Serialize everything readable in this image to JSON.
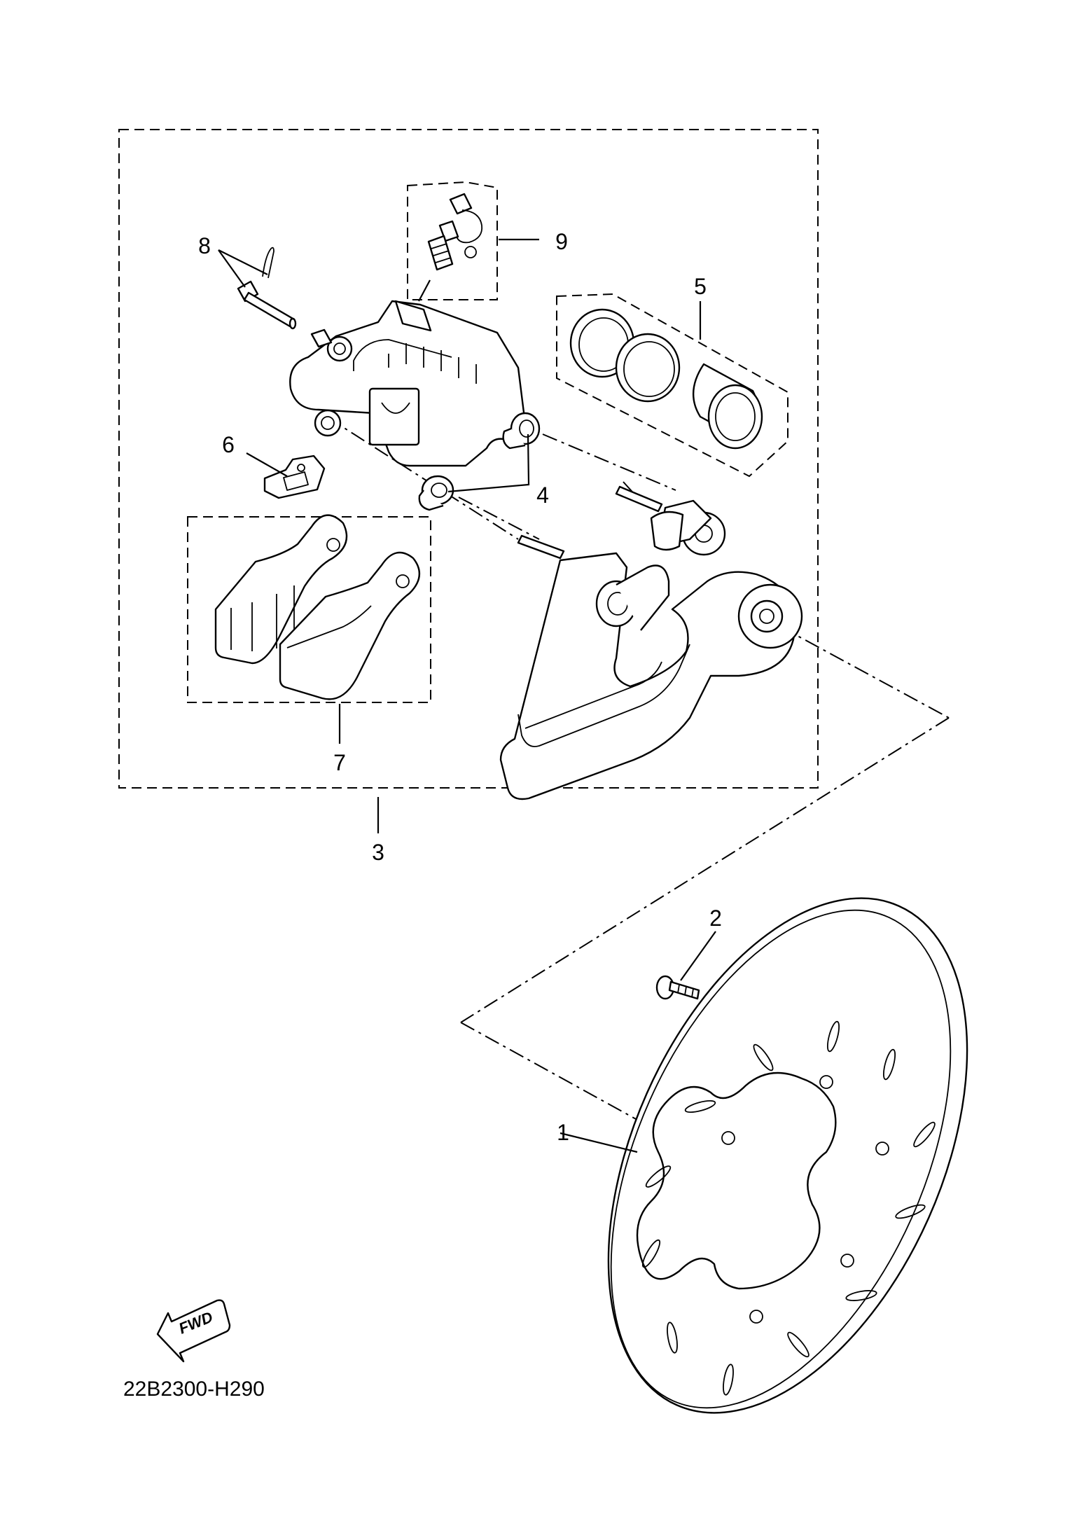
{
  "diagram": {
    "callouts": [
      {
        "id": "1",
        "text": "1",
        "part": "brake-disc"
      },
      {
        "id": "2",
        "text": "2",
        "part": "disc-bolt"
      },
      {
        "id": "3",
        "text": "3",
        "part": "caliper-assembly"
      },
      {
        "id": "4",
        "text": "4",
        "part": "bushings"
      },
      {
        "id": "5",
        "text": "5",
        "part": "piston-seal-kit"
      },
      {
        "id": "6",
        "text": "6",
        "part": "pad-spring"
      },
      {
        "id": "7",
        "text": "7",
        "part": "brake-pad-kit"
      },
      {
        "id": "8",
        "text": "8",
        "part": "pad-pin-and-clip"
      },
      {
        "id": "9",
        "text": "9",
        "part": "bleed-screw-kit"
      }
    ],
    "fwd_label": "FWD",
    "diagram_code": "22B2300-H290",
    "colors": {
      "line": "#000000",
      "background": "#ffffff"
    }
  }
}
